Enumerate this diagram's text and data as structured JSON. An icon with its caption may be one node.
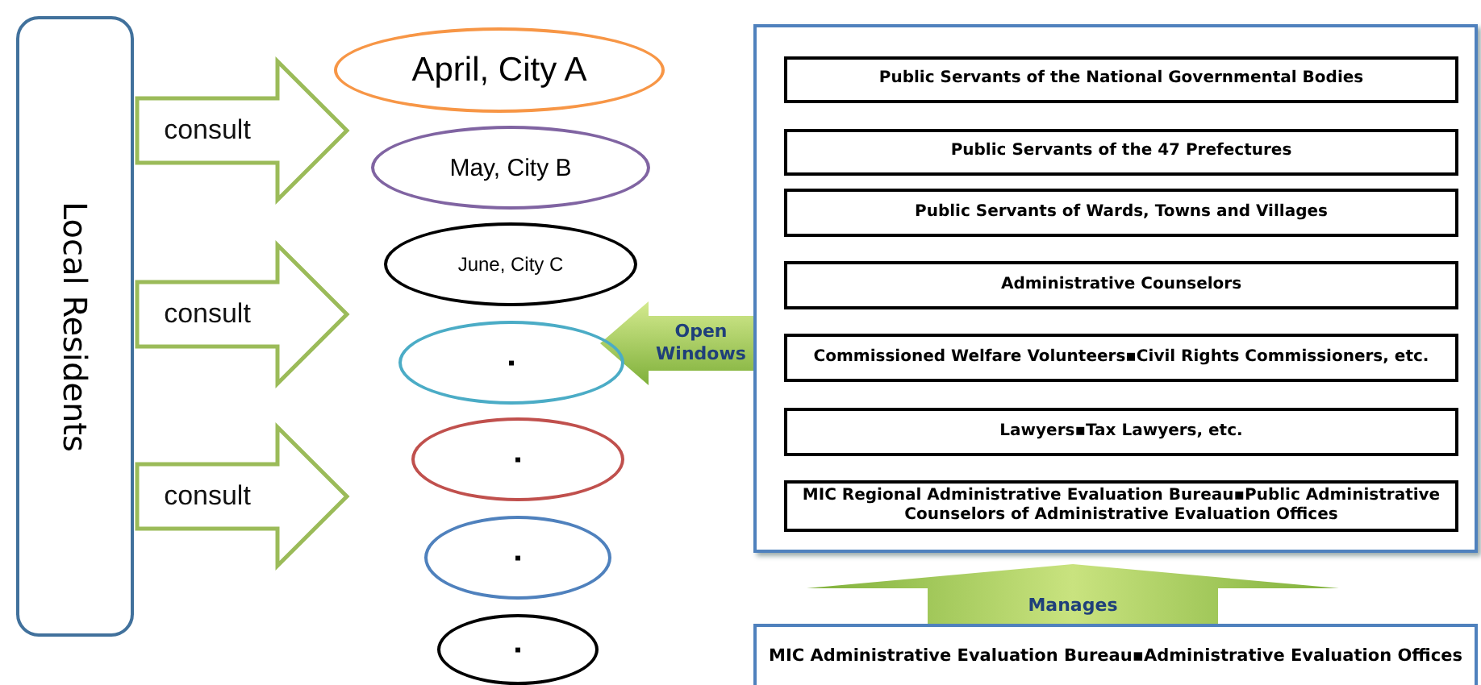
{
  "diagram": {
    "nodes": [
      {
        "text": [
          "Local Residents"
        ]
      },
      {
        "text": [
          "April, City A"
        ]
      },
      {
        "text": [
          "May, City B"
        ]
      },
      {
        "text": [
          "June, City C"
        ]
      },
      {
        "text": [
          "▪"
        ]
      },
      {
        "text": [
          "▪"
        ]
      },
      {
        "text": [
          "▪"
        ]
      },
      {
        "text": [
          "▪"
        ]
      },
      {
        "text": [],
        "shape": "box"
      },
      {
        "text": [
          "Public Servants of the National Governmental Bodies"
        ],
        "in": 8
      },
      {
        "text": [
          "Public Servants of the 47 Prefectures"
        ],
        "in": 8
      },
      {
        "text": [
          "Public Servants of Wards, Towns and Villages"
        ],
        "in": 8
      },
      {
        "text": [
          "Administrative Counselors"
        ],
        "in": 8
      },
      {
        "text": [
          "Commissioned Welfare Volunteers▪Civil Rights Commissioners, etc."
        ],
        "in": 8
      },
      {
        "text": [
          "Lawyers▪Tax Lawyers, etc."
        ],
        "in": 8
      },
      {
        "text": [
          "MIC Regional Administrative Evaluation Bureau▪Public Administrative Counselors of Administrative Evaluation Offices"
        ],
        "in": 8
      },
      {
        "text": [
          "MIC Administrative Evaluation Bureau▪Administrative Evaluation Offices"
        ]
      }
    ],
    "edges": [
      {
        "from": 0,
        "to": 1,
        "arrow": "to",
        "label": "consult"
      },
      {
        "from": 0,
        "to": 3,
        "arrow": "to",
        "label": "consult"
      },
      {
        "from": 0,
        "to": 5,
        "arrow": "to",
        "label": "consult"
      },
      {
        "from": 8,
        "to": 4,
        "arrow": "to",
        "label": "Open Windows"
      },
      {
        "from": 16,
        "to": 8,
        "arrow": "to",
        "label": "Manages"
      }
    ]
  }
}
